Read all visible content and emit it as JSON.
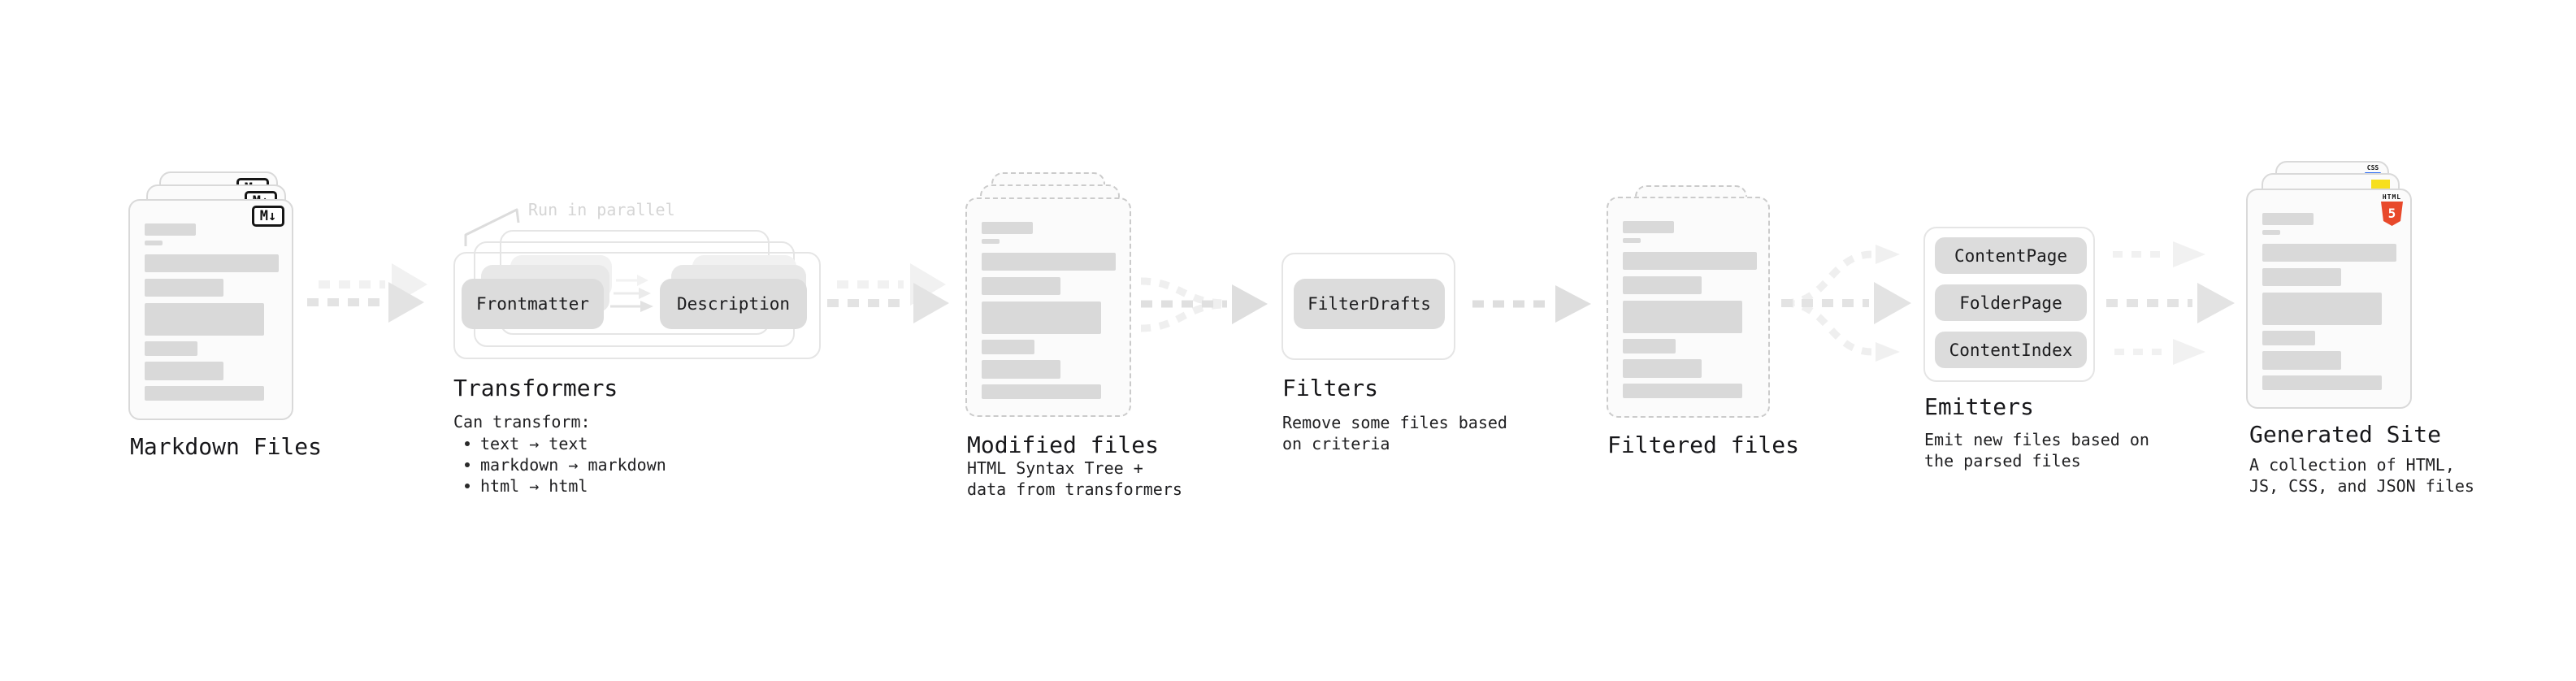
{
  "palette": {
    "arrow_dark": "#e3e3e3",
    "arrow_light": "#f1f1f1",
    "bars": "#d9d9d9",
    "button_gray": "#dcdcdc",
    "html5_orange": "#e8492b",
    "js_yellow": "#f7df1e",
    "css_blue": "#2b6bf3",
    "faint_note": "#d5d5d5"
  },
  "pipeline": {
    "markdown_files": {
      "label": "Markdown Files",
      "icon_label": "M↓"
    },
    "transformers": {
      "title": "Transformers",
      "note": "Run in parallel",
      "frontmatter_button": "Frontmatter",
      "description_button": "Description",
      "desc_heading": "Can transform:",
      "bullets": [
        "text → text",
        "markdown → markdown",
        "html → html"
      ]
    },
    "modified_files": {
      "label": "Modified files",
      "desc_lines": [
        "HTML Syntax Tree +",
        "data from transformers"
      ]
    },
    "filters": {
      "title": "Filters",
      "filter_button": "FilterDrafts",
      "desc_lines": [
        "Remove some files based",
        "on criteria"
      ]
    },
    "filtered_files": {
      "label": "Filtered files"
    },
    "emitters": {
      "title": "Emitters",
      "buttons": [
        "ContentPage",
        "FolderPage",
        "ContentIndex"
      ],
      "desc_lines": [
        "Emit new files based on",
        "the parsed files"
      ]
    },
    "generated_site": {
      "label": "Generated Site",
      "desc_lines": [
        "A collection of HTML,",
        "JS, CSS, and JSON files"
      ],
      "css_badge": "CSS",
      "html_badge_word": "HTML",
      "html_badge_number": "5"
    }
  }
}
